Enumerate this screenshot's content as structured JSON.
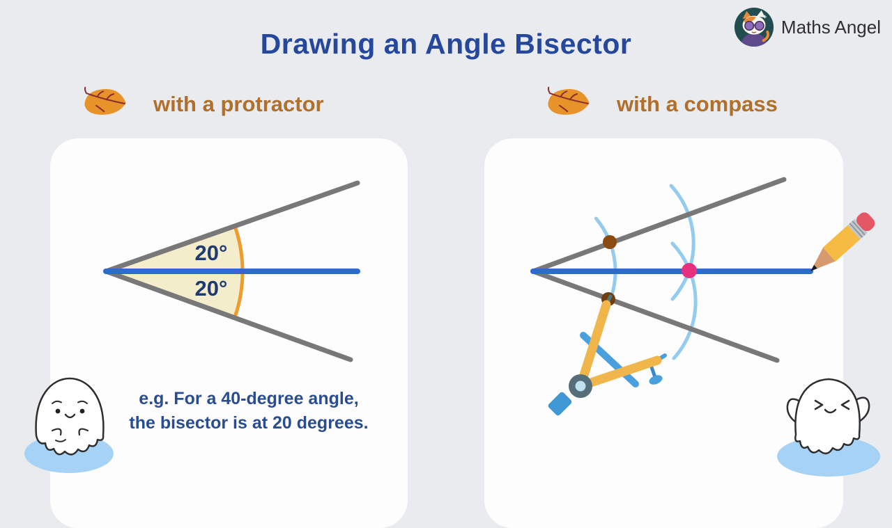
{
  "page": {
    "title": "Drawing an Angle Bisector"
  },
  "logo": {
    "name": "Maths Angel",
    "icon": "cat-with-sunglasses-badge"
  },
  "left_panel": {
    "heading": "with a protractor",
    "heading_icon": "leaf-icon",
    "diagram": {
      "type": "angle-bisector-with-protractor",
      "angle_upper": "20°",
      "angle_lower": "20°",
      "full_angle_degrees": 40,
      "bisected_angle_degrees": 20
    },
    "caption": [
      "e.g. For a 40-degree angle,",
      "the bisector is at 20 degrees."
    ],
    "mascot": "happy-ghost"
  },
  "right_panel": {
    "heading": "with a compass",
    "heading_icon": "leaf-icon",
    "diagram": {
      "type": "angle-bisector-compass-construction",
      "elements": [
        "angle-rays",
        "vertex-arc",
        "two-crossing-arcs",
        "two-brown-marks",
        "pink-intersection-point",
        "blue-bisector-line",
        "compass",
        "pencil"
      ]
    },
    "mascot": "winking-ghost"
  },
  "colors": {
    "background": "#e9ebee",
    "card": "#fdfdfe",
    "title_blue": "#26489c",
    "heading_brown": "#b06f2b",
    "caption_blue": "#2a4d8f",
    "angle_label_navy": "#1e3a72",
    "ray_gray": "#787878",
    "bisector_blue": "#2e6bd0",
    "sector_cream": "#f4edcb",
    "arc_orange": "#f09b2d",
    "construction_arc_blue": "#93ccef",
    "mark_brown_top": "#8a4b10",
    "mark_brown_bottom": "#6f3e10",
    "intersection_pink": "#e53180",
    "compass_yellow": "#f0b54b",
    "compass_blue": "#4aa0dc",
    "compass_pivot": "#546f7a",
    "ghost_shadow_blue": "#a6d3f5",
    "leaf_orange": "#e8922a"
  }
}
